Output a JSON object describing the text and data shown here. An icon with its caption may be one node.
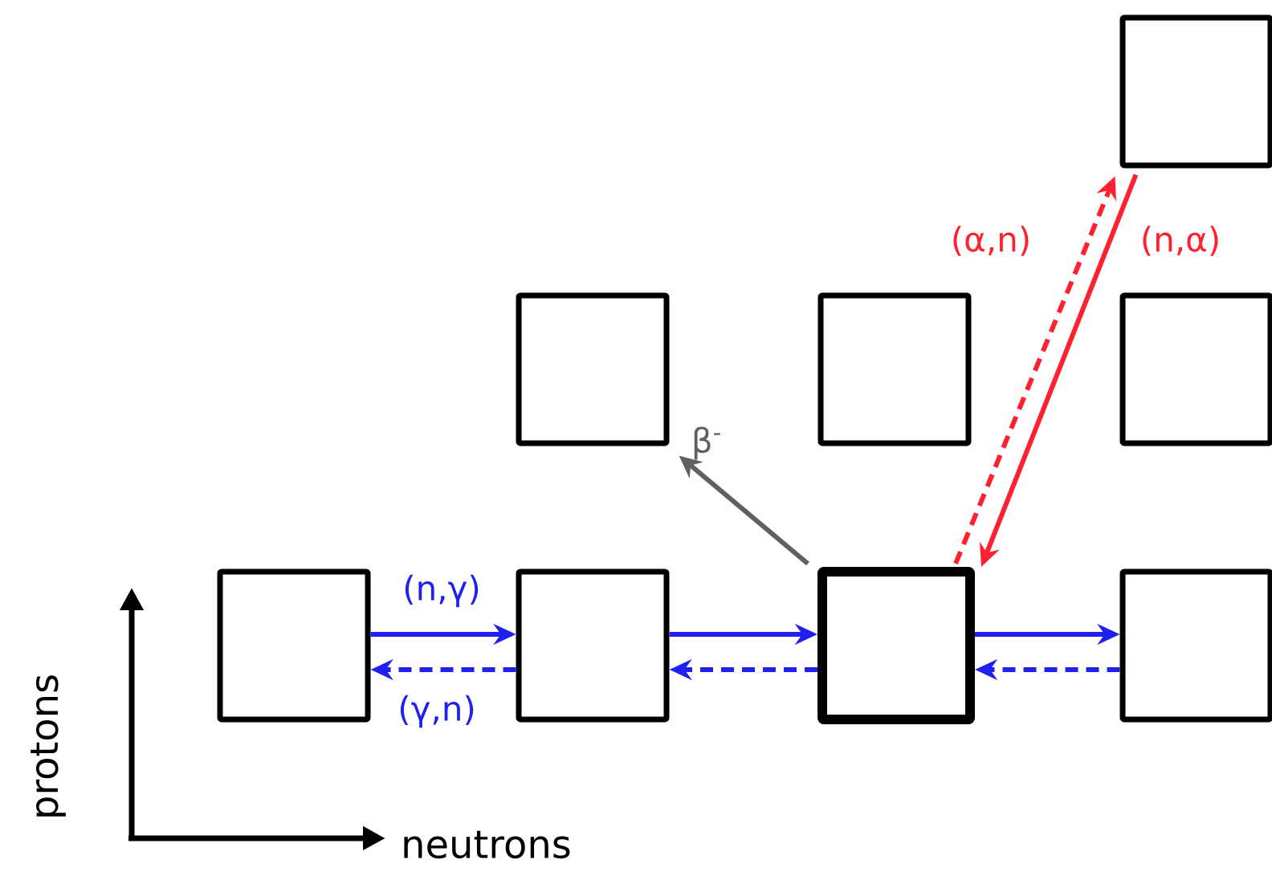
{
  "diagram": {
    "nodes": [
      {
        "text": [],
        "shape": "box"
      },
      {
        "text": [],
        "shape": "box"
      },
      {
        "text": [],
        "shape": "box"
      },
      {
        "text": [],
        "shape": "box"
      },
      {
        "text": [],
        "shape": "box"
      },
      {
        "text": [],
        "shape": "box"
      },
      {
        "text": [],
        "shape": "box"
      },
      {
        "text": [],
        "shape": "box"
      }
    ],
    "edges": [
      {
        "from": 4,
        "to": 5,
        "arrow": "to",
        "label": "(n,γ)"
      },
      {
        "from": 5,
        "to": 4,
        "arrow": "to",
        "style": "dashed",
        "label": "(γ,n)"
      },
      {
        "from": 5,
        "to": 6,
        "arrow": "to"
      },
      {
        "from": 6,
        "to": 5,
        "arrow": "to",
        "style": "dashed"
      },
      {
        "from": 6,
        "to": 7,
        "arrow": "to"
      },
      {
        "from": 7,
        "to": 6,
        "arrow": "to",
        "style": "dashed"
      },
      {
        "from": 6,
        "to": 1,
        "arrow": "to",
        "color": "#606060",
        "label": "β$^{-}$"
      },
      {
        "from": 6,
        "to": 0,
        "arrow": "to",
        "style": "dashed",
        "color": "#ff2030",
        "label": "(α,n)"
      },
      {
        "from": 0,
        "to": 6,
        "arrow": "to",
        "color": "#ff2030",
        "label": "(n,α)"
      }
    ],
    "labels": [
      "protons",
      "neutrons"
    ]
  }
}
